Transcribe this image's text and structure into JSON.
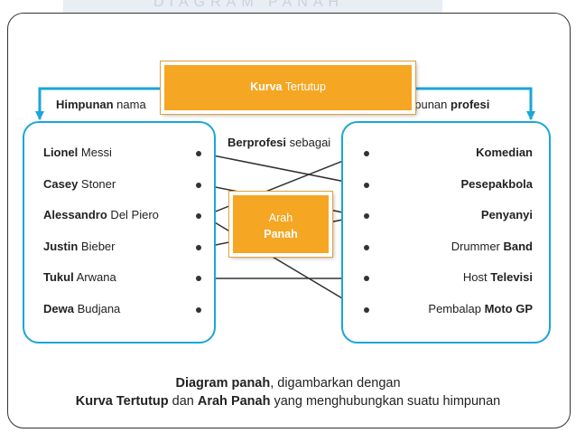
{
  "top_faded_text": "DIAGRAM PANAH",
  "left_set": {
    "title_bold": "Himpunan",
    "title_rest": " nama",
    "items": [
      {
        "bold": "Lionel",
        "rest": " Messi"
      },
      {
        "bold": "Casey",
        "rest": " Stoner"
      },
      {
        "bold": "Alessandro",
        "rest": " Del Piero"
      },
      {
        "bold": "Justin",
        "rest": " Bieber"
      },
      {
        "bold": "Tukul",
        "rest": " Arwana"
      },
      {
        "bold": "Dewa",
        "rest": " Budjana"
      }
    ]
  },
  "right_set": {
    "title_rest": "npunan ",
    "title_bold": "profesi",
    "items": [
      {
        "rest": "",
        "bold": "Komedian"
      },
      {
        "rest": "",
        "bold": "Pesepakbola"
      },
      {
        "rest": "",
        "bold": "Penyanyi"
      },
      {
        "rest": "Drummer ",
        "bold": "Band"
      },
      {
        "rest": "Host ",
        "bold": "Televisi"
      },
      {
        "rest": "Pembalap ",
        "bold": "Moto GP"
      }
    ]
  },
  "kurva_label": {
    "bold": "Kurva",
    "rest": " Tertutup"
  },
  "relation": {
    "bold": "Berprofesi",
    "rest": " sebagai"
  },
  "arah_label": {
    "line1": "Arah",
    "line2": "Panah"
  },
  "caption": {
    "line1_bold": "Diagram panah",
    "line1_rest": ", digambarkan dengan",
    "line2_bold1": "Kurva Tertutup",
    "line2_mid": " dan ",
    "line2_bold2": "Arah Panah",
    "line2_rest": " yang menghubungkan suatu himpunan"
  },
  "mapping": [
    [
      0,
      1
    ],
    [
      1,
      2
    ],
    [
      2,
      0
    ],
    [
      3,
      2
    ],
    [
      4,
      4
    ],
    [
      5,
      -1
    ],
    [
      2,
      5
    ]
  ],
  "colors": {
    "set_border": "#1aa6d8",
    "label_fill": "#f5a623",
    "arrow": "#333333"
  }
}
